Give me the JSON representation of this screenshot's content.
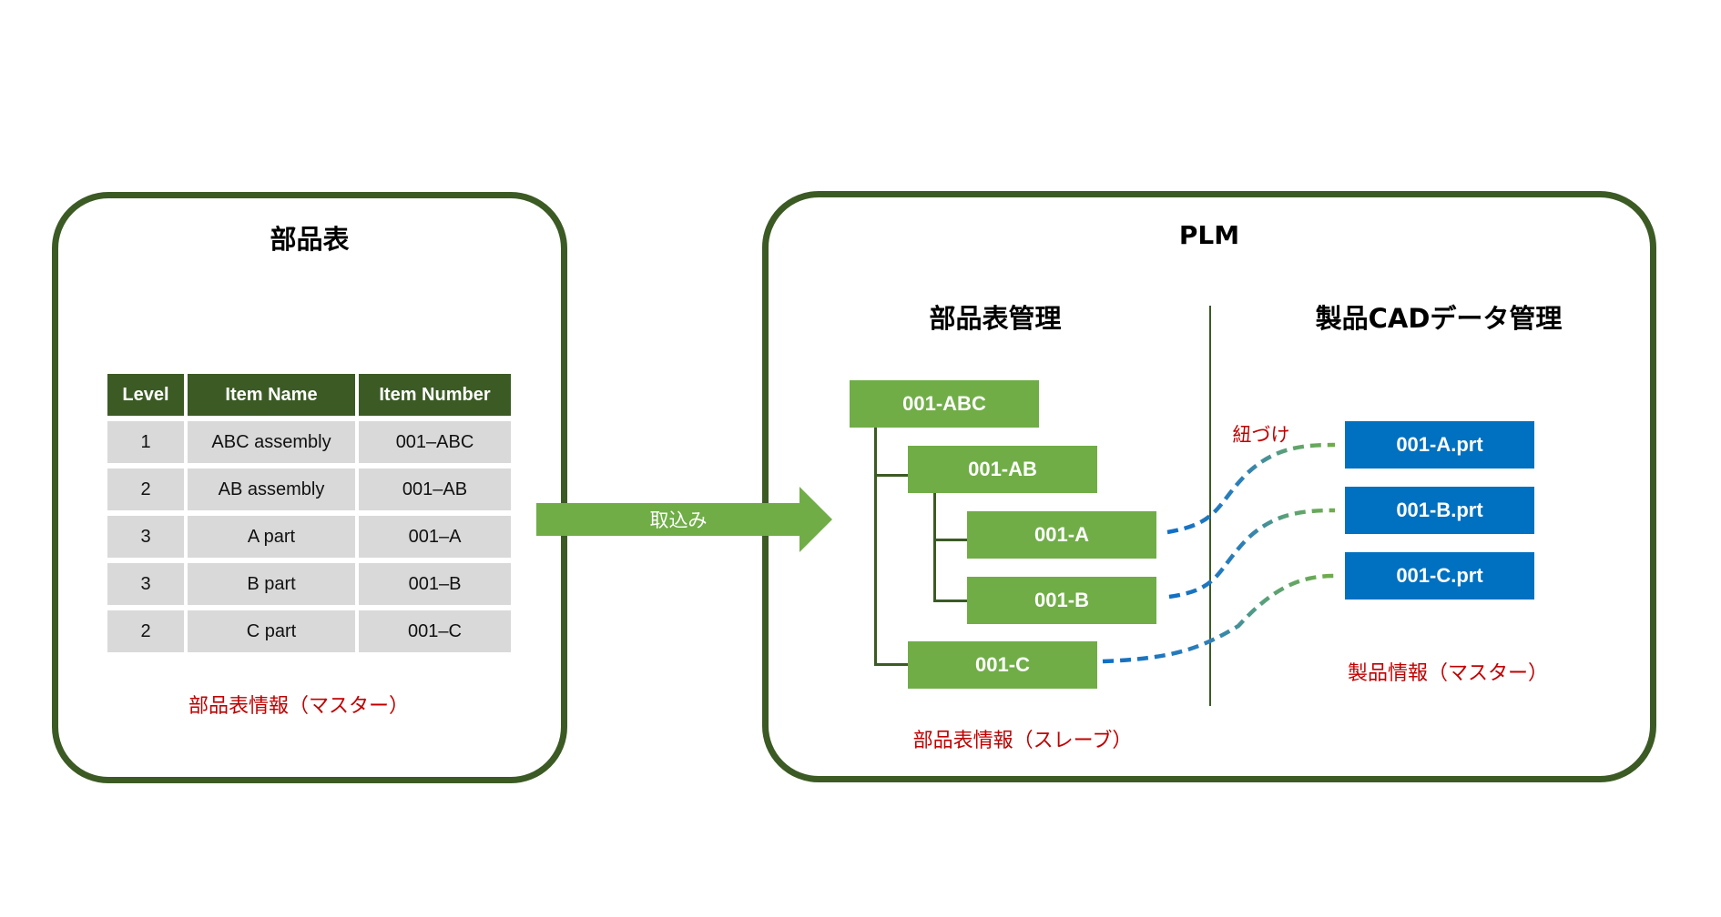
{
  "bom_panel": {
    "title": "部品表",
    "table": {
      "headers": [
        "Level",
        "Item Name",
        "Item Number"
      ],
      "rows": [
        [
          "1",
          "ABC assembly",
          "001–ABC"
        ],
        [
          "2",
          "AB assembly",
          "001–AB"
        ],
        [
          "3",
          "A part",
          "001–A"
        ],
        [
          "3",
          "B part",
          "001–B"
        ],
        [
          "2",
          "C part",
          "001–C"
        ]
      ]
    },
    "caption": "部品表情報（マスター）"
  },
  "import_arrow": {
    "label": "取込み"
  },
  "plm_panel": {
    "title": "PLM",
    "bom_section": {
      "title": "部品表管理",
      "nodes": [
        "001-ABC",
        "001-AB",
        "001-A",
        "001-B",
        "001-C"
      ],
      "caption": "部品表情報（スレーブ）"
    },
    "cad_section": {
      "title": "製品CADデータ管理",
      "files": [
        "001-A.prt",
        "001-B.prt",
        "001-C.prt"
      ],
      "caption": "製品情報（マスター）"
    },
    "link_label": "紐づけ",
    "links": [
      {
        "from": "001-A",
        "to": "001-A.prt"
      },
      {
        "from": "001-B",
        "to": "001-B.prt"
      },
      {
        "from": "001-C",
        "to": "001-C.prt"
      }
    ]
  },
  "colors": {
    "frame": "#3b5a24",
    "node_green": "#70ad47",
    "cad_blue": "#0070c0",
    "caption_red": "#c00000",
    "table_cell": "#d9d9d9"
  }
}
